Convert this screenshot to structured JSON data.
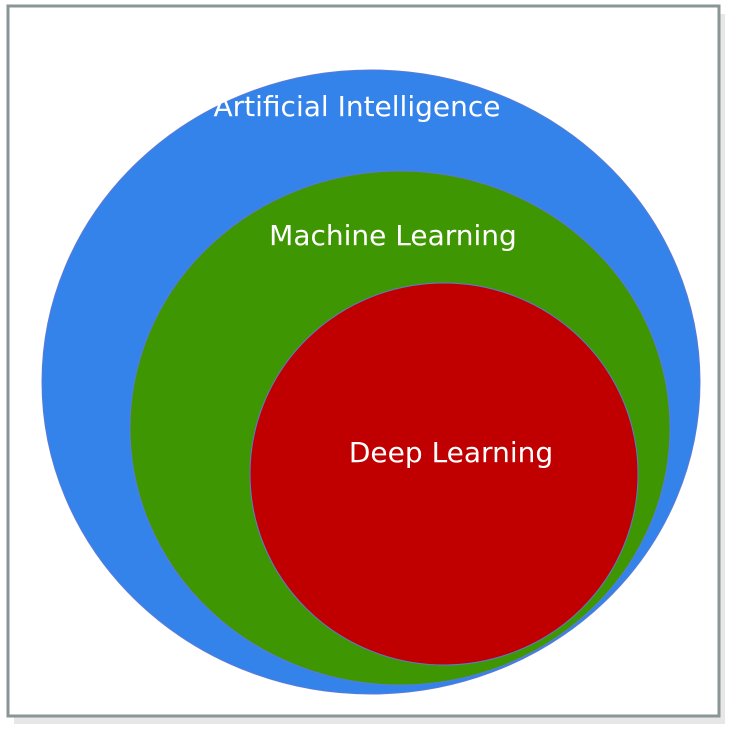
{
  "diagram": {
    "layers": [
      {
        "id": "ai",
        "label": "Artificial Intelligence",
        "color": "#3483ea"
      },
      {
        "id": "ml",
        "label": "Machine Learning",
        "color": "#3e9602"
      },
      {
        "id": "dl",
        "label": "Deep Learning",
        "color": "#c00000"
      }
    ],
    "colors": {
      "border": "#8a9595",
      "outline": "#5b7bd5",
      "label_text": "#ffffff"
    }
  }
}
